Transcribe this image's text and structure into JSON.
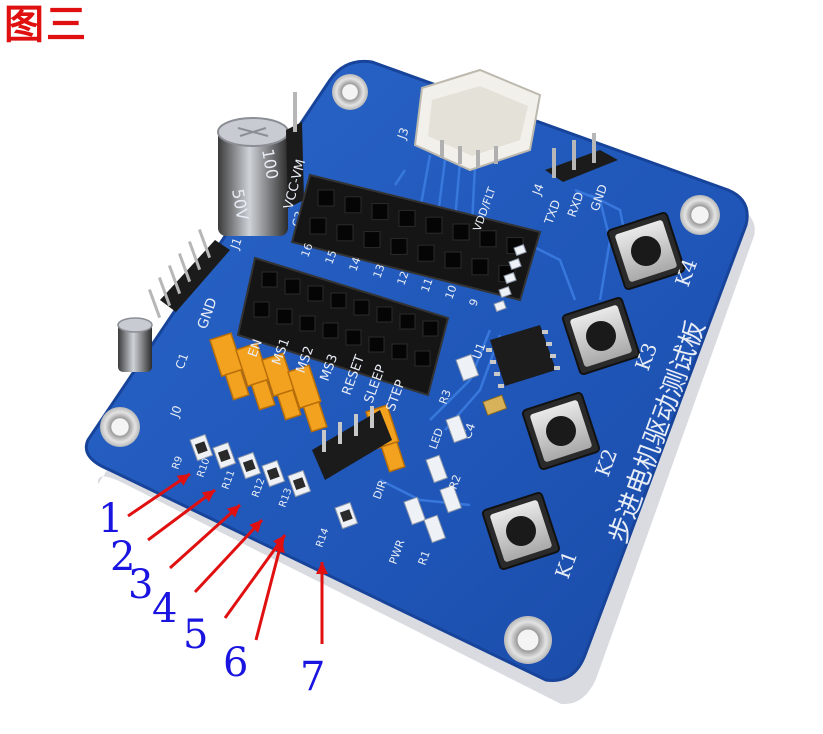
{
  "figure_title": "图三",
  "board": {
    "board_name": "步进电机驱动测试板",
    "connectors": {
      "j3": "J3",
      "j4": "J4",
      "j1": "J1"
    },
    "labels": {
      "vcc_vm": "VCC-VM",
      "gnd": "GND",
      "txd": "TXD",
      "rxd": "RXD",
      "gnd2": "GND",
      "c1": "C1",
      "j0": "J0",
      "c3": "C3",
      "led": "LED",
      "pwr": "PWR",
      "u1": "U1",
      "c4": "C4",
      "r1": "R1",
      "r2": "R2",
      "r3": "R3",
      "r9": "R9",
      "r10": "R10",
      "r11": "R11",
      "r12": "R12",
      "r13": "R13",
      "r14": "R14",
      "en": "EN",
      "ms1": "MS1",
      "ms2": "MS2",
      "ms3": "MS3",
      "reset": "RESET",
      "sleep": "SLEEP",
      "step": "STEP",
      "dir": "DIR",
      "vdd_flt": "VDD/FLT",
      "cap_rating": "50V",
      "cap_value": "100"
    },
    "header_pins_top": [
      "16",
      "15",
      "14",
      "13",
      "12",
      "11",
      "10",
      "9"
    ],
    "buttons": [
      "K1",
      "K2",
      "K3",
      "K4"
    ]
  },
  "callouts": [
    "1",
    "2",
    "3",
    "4",
    "5",
    "6",
    "7"
  ],
  "colors": {
    "board": "#1f56b8",
    "board_edge": "#17449a",
    "callout_arrow": "#e01010",
    "callout_number": "#1a14e0",
    "title": "#e01010",
    "jumper": "#f3a21f"
  }
}
